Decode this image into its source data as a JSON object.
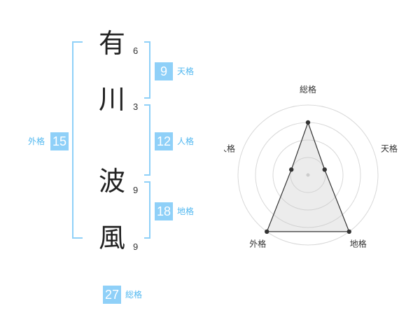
{
  "name": {
    "characters": [
      {
        "char": "有",
        "strokes": "6"
      },
      {
        "char": "川",
        "strokes": "3"
      },
      {
        "char": "波",
        "strokes": "9"
      },
      {
        "char": "風",
        "strokes": "9"
      }
    ]
  },
  "fortunes": {
    "tenkaku": {
      "value": "9",
      "label": "天格"
    },
    "jinkaku": {
      "value": "12",
      "label": "人格"
    },
    "chikaku": {
      "value": "18",
      "label": "地格"
    },
    "gaikaku": {
      "value": "15",
      "label": "外格"
    },
    "soukaku": {
      "value": "27",
      "label": "総格"
    }
  },
  "colors": {
    "accent": "#8fd0f8",
    "label": "#52b8f0",
    "bracket": "#8fd0f8"
  },
  "chart_data": {
    "type": "radar",
    "axes": [
      "総格",
      "天格",
      "地格",
      "外格",
      "人格"
    ],
    "levels": 4,
    "max": 4,
    "values": [
      3,
      1,
      4,
      4,
      1
    ]
  }
}
